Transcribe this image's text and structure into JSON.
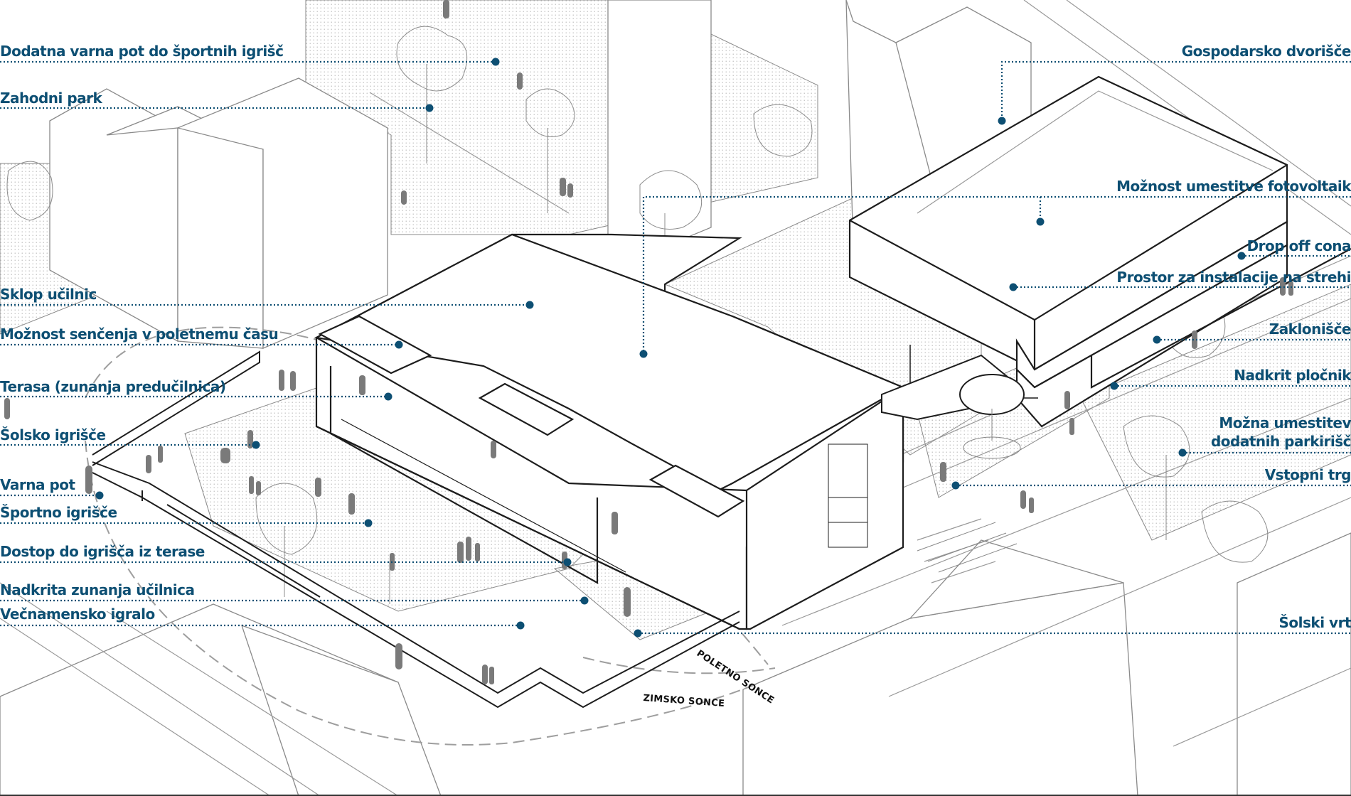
{
  "colors": {
    "accent": "#0d4f73",
    "line": "#222222",
    "thin": "#8a8a8a",
    "people": "#7a7a7a",
    "hatch": "#bdbdbd"
  },
  "labels_left": [
    "Dodatna varna pot do športnih igrišč",
    "Zahodni park",
    "Sklop učilnic",
    "Možnost senčenja v poletnemu času",
    "Terasa (zunanja predučilnica)",
    "Šolsko igrišče",
    "Varna pot",
    "Športno igrišče",
    "Dostop do igrišča iz terase",
    "Nadkrita zunanja učilnica",
    "Večnamensko igralo"
  ],
  "labels_right": [
    "Gospodarsko dvorišče",
    "Možnost umestitve fotovoltaik",
    "Drop off cona",
    "Prostor za instalacije na strehi",
    "Zaklonišče",
    "Nadkrit pločnik",
    "Možna umestitev",
    "dodatnih parkirišč",
    "Vstopni trg",
    "Šolski vrt"
  ],
  "sun": {
    "summer": "POLETNO SONCE",
    "winter": "ZIMSKO SONCE"
  }
}
